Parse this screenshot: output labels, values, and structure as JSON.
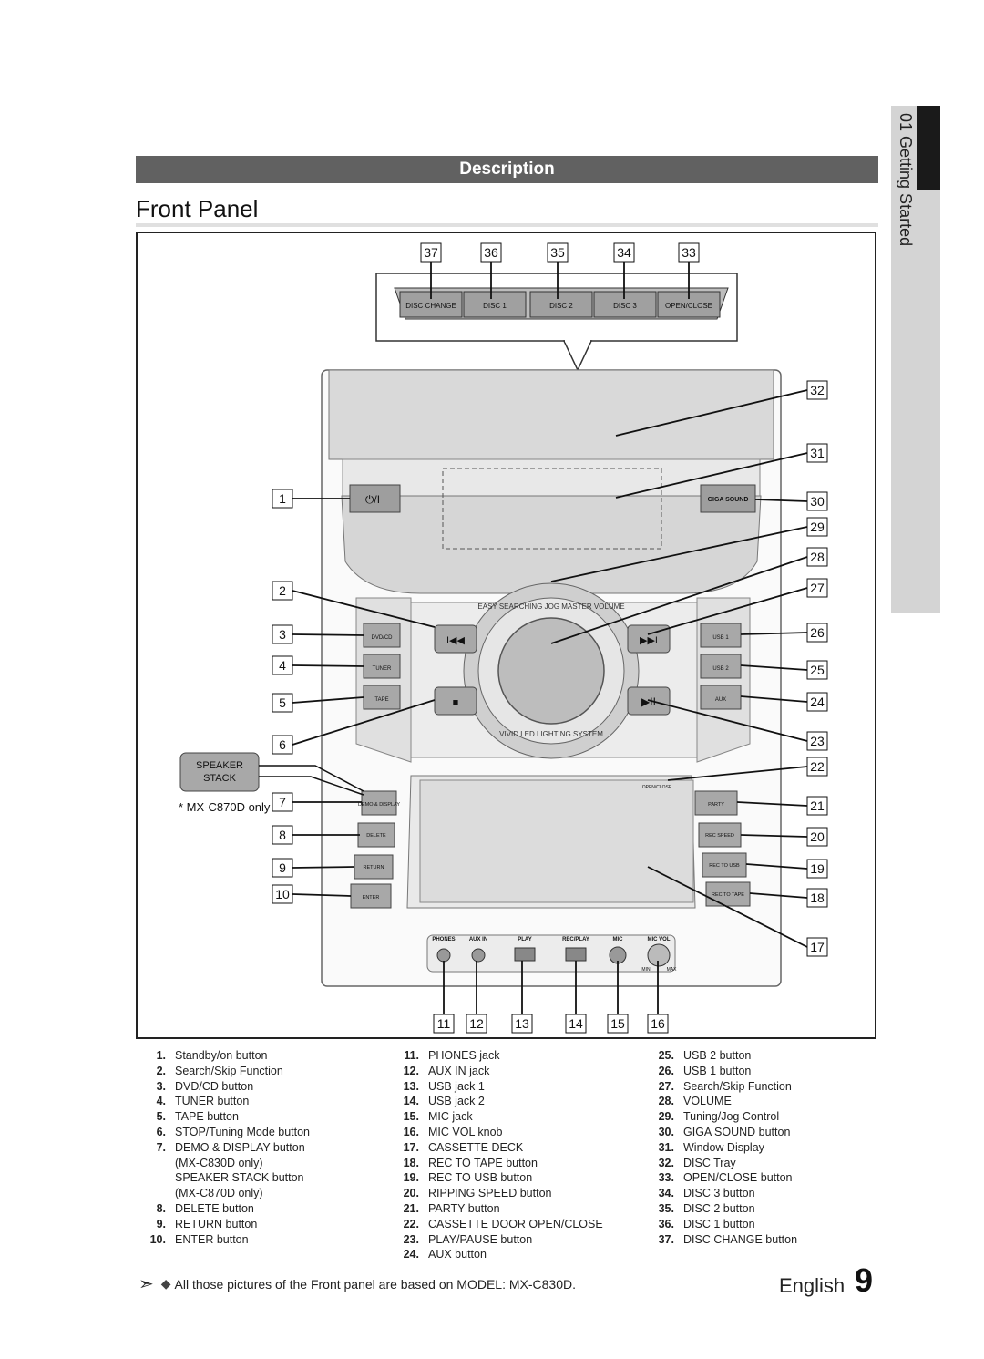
{
  "side_tab": {
    "label": "01 Getting Started"
  },
  "header": {
    "section": "Description",
    "title": "Front Panel"
  },
  "figure": {
    "disc_buttons": [
      "DISC CHANGE",
      "DISC 1",
      "DISC 2",
      "DISC 3",
      "OPEN/CLOSE"
    ],
    "top_callouts": [
      "37",
      "36",
      "35",
      "34",
      "33"
    ],
    "left_callouts": [
      "1",
      "2",
      "3",
      "4",
      "5",
      "6",
      "7",
      "8",
      "9",
      "10"
    ],
    "right_callouts": [
      "32",
      "31",
      "30",
      "29",
      "28",
      "27",
      "26",
      "25",
      "24",
      "23",
      "22",
      "21",
      "20",
      "19",
      "18",
      "17"
    ],
    "bottom_callouts": [
      "11",
      "12",
      "13",
      "14",
      "15",
      "16"
    ],
    "power_symbol": "⏻/I",
    "giga_sound": "GIGA SOUND",
    "left_buttons": [
      "DVD/CD",
      "TUNER",
      "TAPE"
    ],
    "right_buttons": [
      "USB 1",
      "USB 2",
      "AUX"
    ],
    "left_lower_buttons": [
      "DEMO & DISPLAY",
      "DELETE",
      "RETURN",
      "ENTER"
    ],
    "right_lower_buttons": [
      "PARTY",
      "REC SPEED",
      "REC TO USB",
      "REC TO TAPE"
    ],
    "ring_text_top": "EASY SEARCHING JOG     MASTER VOLUME",
    "ring_text_bottom": "VIVID LED LIGHTING SYSTEM",
    "open_close_small": "OPEN/CLOSE",
    "jack_labels": [
      "PHONES",
      "AUX IN",
      "PLAY",
      "REC/PLAY",
      "MIC",
      "MIC VOL"
    ],
    "min_max": [
      "MIN",
      "MAX"
    ],
    "speaker_stack": [
      "SPEAKER",
      "STACK"
    ],
    "model_note": "* MX-C870D only"
  },
  "legend": {
    "col1": [
      {
        "num": "1.",
        "text": "Standby/on button"
      },
      {
        "num": "2.",
        "text": "Search/Skip Function"
      },
      {
        "num": "3.",
        "text": "DVD/CD button"
      },
      {
        "num": "4.",
        "text": "TUNER button"
      },
      {
        "num": "5.",
        "text": "TAPE button"
      },
      {
        "num": "6.",
        "text": "STOP/Tuning Mode button"
      },
      {
        "num": "7.",
        "text": "DEMO & DISPLAY button"
      },
      {
        "num": "",
        "text": "(MX-C830D only)"
      },
      {
        "num": "",
        "text": "SPEAKER STACK button"
      },
      {
        "num": "",
        "text": "(MX-C870D only)"
      },
      {
        "num": "8.",
        "text": "DELETE button"
      },
      {
        "num": "9.",
        "text": "RETURN button"
      },
      {
        "num": "10.",
        "text": "ENTER button"
      }
    ],
    "col2": [
      {
        "num": "11.",
        "text": "PHONES jack"
      },
      {
        "num": "12.",
        "text": "AUX IN jack"
      },
      {
        "num": "13.",
        "text": "USB jack 1"
      },
      {
        "num": "14.",
        "text": "USB jack 2"
      },
      {
        "num": "15.",
        "text": "MIC jack"
      },
      {
        "num": "16.",
        "text": "MIC VOL knob"
      },
      {
        "num": "17.",
        "text": "CASSETTE DECK"
      },
      {
        "num": "18.",
        "text": "REC TO TAPE button"
      },
      {
        "num": "19.",
        "text": "REC TO USB button"
      },
      {
        "num": "20.",
        "text": "RIPPING SPEED button"
      },
      {
        "num": "21.",
        "text": "PARTY button"
      },
      {
        "num": "22.",
        "text": "CASSETTE DOOR OPEN/CLOSE"
      },
      {
        "num": "23.",
        "text": "PLAY/PAUSE button"
      },
      {
        "num": "24.",
        "text": "AUX button"
      }
    ],
    "col3": [
      {
        "num": "25.",
        "text": "USB 2 button"
      },
      {
        "num": "26.",
        "text": "USB 1 button"
      },
      {
        "num": "27.",
        "text": "Search/Skip Function"
      },
      {
        "num": "28.",
        "text": "VOLUME"
      },
      {
        "num": "29.",
        "text": "Tuning/Jog Control"
      },
      {
        "num": "30.",
        "text": "GIGA SOUND button"
      },
      {
        "num": "31.",
        "text": "Window Display"
      },
      {
        "num": "32.",
        "text": "DISC Tray"
      },
      {
        "num": "33.",
        "text": "OPEN/CLOSE button"
      },
      {
        "num": "34.",
        "text": "DISC 3 button"
      },
      {
        "num": "35.",
        "text": "DISC 2 button"
      },
      {
        "num": "36.",
        "text": "DISC 1 button"
      },
      {
        "num": "37.",
        "text": "DISC CHANGE button"
      }
    ]
  },
  "note": "All those pictures of the Front panel are based on MODEL: MX-C830D.",
  "footer": {
    "language": "English",
    "page": "9"
  }
}
